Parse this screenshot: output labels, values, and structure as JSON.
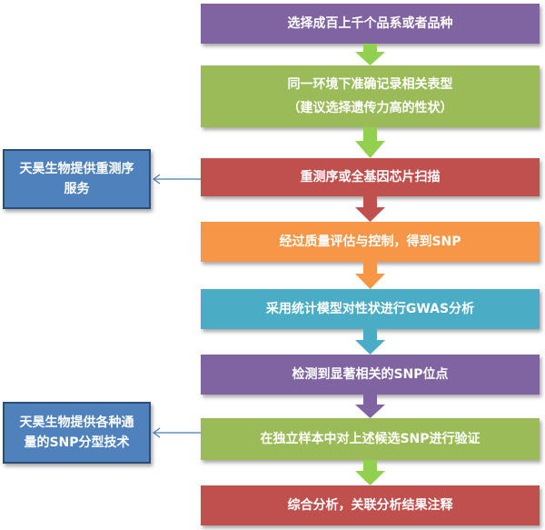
{
  "colors": {
    "purple": "#8064a2",
    "green": "#9bbb59",
    "red": "#c0504d",
    "orange": "#f79646",
    "teal": "#4bacc6",
    "blue": "#4f81bd",
    "arrow_green": "#92d050",
    "arrow_teal": "#4bacc6"
  },
  "steps": [
    {
      "lines": [
        "选择成百上千个品系或者品种"
      ]
    },
    {
      "lines": [
        "同一环境下准确记录相关表型",
        "（建议选择遗传力高的性状）"
      ]
    },
    {
      "lines": [
        "重测序或全基因芯片扫描"
      ]
    },
    {
      "lines": [
        "经过质量评估与控制，得到SNP"
      ]
    },
    {
      "lines": [
        "采用统计模型对性状进行GWAS分析"
      ]
    },
    {
      "lines": [
        "检测到显著相关的SNP位点"
      ]
    },
    {
      "lines": [
        "在独立样本中对上述候选SNP进行验证"
      ]
    },
    {
      "lines": [
        "综合分析，关联分析结果注释"
      ]
    }
  ],
  "side_notes": [
    {
      "text": "天昊生物提供重测序服务"
    },
    {
      "text": "天昊生物提供各种通量的SNP分型技术"
    }
  ]
}
